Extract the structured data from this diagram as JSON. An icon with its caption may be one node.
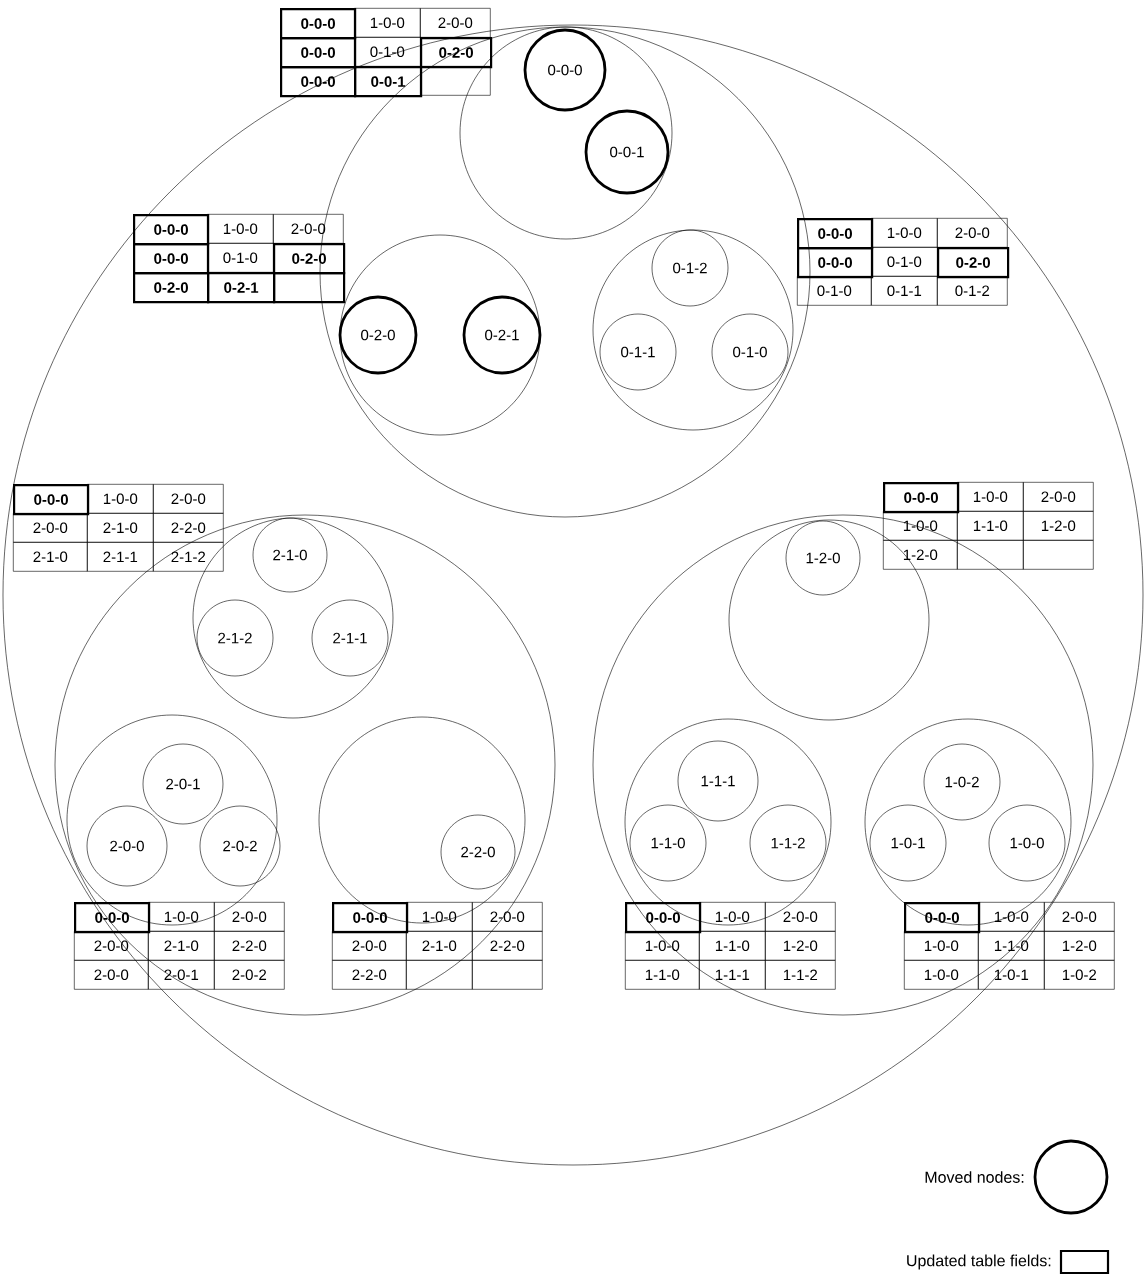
{
  "diagram": {
    "nodes": [
      {
        "text": [],
        "shape": "circle"
      },
      {
        "text": [],
        "shape": "circle",
        "in": 0
      },
      {
        "text": [],
        "shape": "circle",
        "in": 1
      },
      {
        "text": [
          "0-0-0"
        ],
        "in": 2
      },
      {
        "text": [
          "0-0-1"
        ],
        "in": 2
      },
      {
        "text": [],
        "shape": "circle",
        "in": 1
      },
      {
        "text": [
          "0-2-0"
        ],
        "in": 5
      },
      {
        "text": [
          "0-2-1"
        ],
        "in": 5
      },
      {
        "text": [],
        "shape": "circle",
        "in": 1
      },
      {
        "text": [
          "0-1-2"
        ],
        "in": 8
      },
      {
        "text": [
          "0-1-1"
        ],
        "in": 8
      },
      {
        "text": [
          "0-1-0"
        ],
        "in": 8
      },
      {
        "text": [],
        "shape": "circle",
        "in": 0
      },
      {
        "text": [],
        "shape": "circle",
        "in": 12
      },
      {
        "text": [
          "2-1-0"
        ],
        "in": 13
      },
      {
        "text": [
          "2-1-2"
        ],
        "in": 13
      },
      {
        "text": [
          "2-1-1"
        ],
        "in": 13
      },
      {
        "text": [],
        "shape": "circle",
        "in": 12
      },
      {
        "text": [
          "2-0-1"
        ],
        "in": 17
      },
      {
        "text": [
          "2-0-0"
        ],
        "in": 17
      },
      {
        "text": [
          "2-0-2"
        ],
        "in": 17
      },
      {
        "text": [],
        "shape": "circle",
        "in": 12
      },
      {
        "text": [
          "2-2-0"
        ],
        "in": 21
      },
      {
        "text": [],
        "shape": "circle",
        "in": 0
      },
      {
        "text": [],
        "shape": "circle",
        "in": 23
      },
      {
        "text": [
          "1-2-0"
        ],
        "in": 24
      },
      {
        "text": [],
        "shape": "circle",
        "in": 23
      },
      {
        "text": [
          "1-1-1"
        ],
        "in": 26
      },
      {
        "text": [
          "1-1-0"
        ],
        "in": 26
      },
      {
        "text": [
          "1-1-2"
        ],
        "in": 26
      },
      {
        "text": [],
        "shape": "circle",
        "in": 23
      },
      {
        "text": [
          "1-0-2"
        ],
        "in": 30
      },
      {
        "text": [
          "1-0-1"
        ],
        "in": 30
      },
      {
        "text": [
          "1-0-0"
        ],
        "in": 30
      }
    ],
    "labels": [
      "0-0-0",
      "1-0-0",
      "2-0-0",
      "0-0-0",
      "0-1-0",
      "0-2-0",
      "0-0-0",
      "0-0-1",
      "0-0-0",
      "1-0-0",
      "2-0-0",
      "0-0-0",
      "0-1-0",
      "0-2-0",
      "0-2-0",
      "0-2-1",
      "0-0-0",
      "1-0-0",
      "2-0-0",
      "0-0-0",
      "0-1-0",
      "0-2-0",
      "0-1-0",
      "0-1-1",
      "0-1-2",
      "0-0-0",
      "1-0-0",
      "2-0-0",
      "2-0-0",
      "2-1-0",
      "2-2-0",
      "2-1-0",
      "2-1-1",
      "2-1-2",
      "0-0-0",
      "1-0-0",
      "2-0-0",
      "1-0-0",
      "1-1-0",
      "1-2-0",
      "1-2-0",
      "0-0-0",
      "1-0-0",
      "2-0-0",
      "2-0-0",
      "2-1-0",
      "2-2-0",
      "2-0-0",
      "2-0-1",
      "2-0-2",
      "0-0-0",
      "1-0-0",
      "2-0-0",
      "2-0-0",
      "2-1-0",
      "2-2-0",
      "2-2-0",
      "0-0-0",
      "1-0-0",
      "2-0-0",
      "1-0-0",
      "1-1-0",
      "1-2-0",
      "1-1-0",
      "1-1-1",
      "1-1-2",
      "0-0-0",
      "1-0-0",
      "2-0-0",
      "1-0-0",
      "1-1-0",
      "1-2-0",
      "1-0-0",
      "1-0-1",
      "1-0-2"
    ],
    "legend": [
      {
        "text": "Moved nodes:"
      },
      {
        "text": "Updated table fields:"
      }
    ]
  }
}
